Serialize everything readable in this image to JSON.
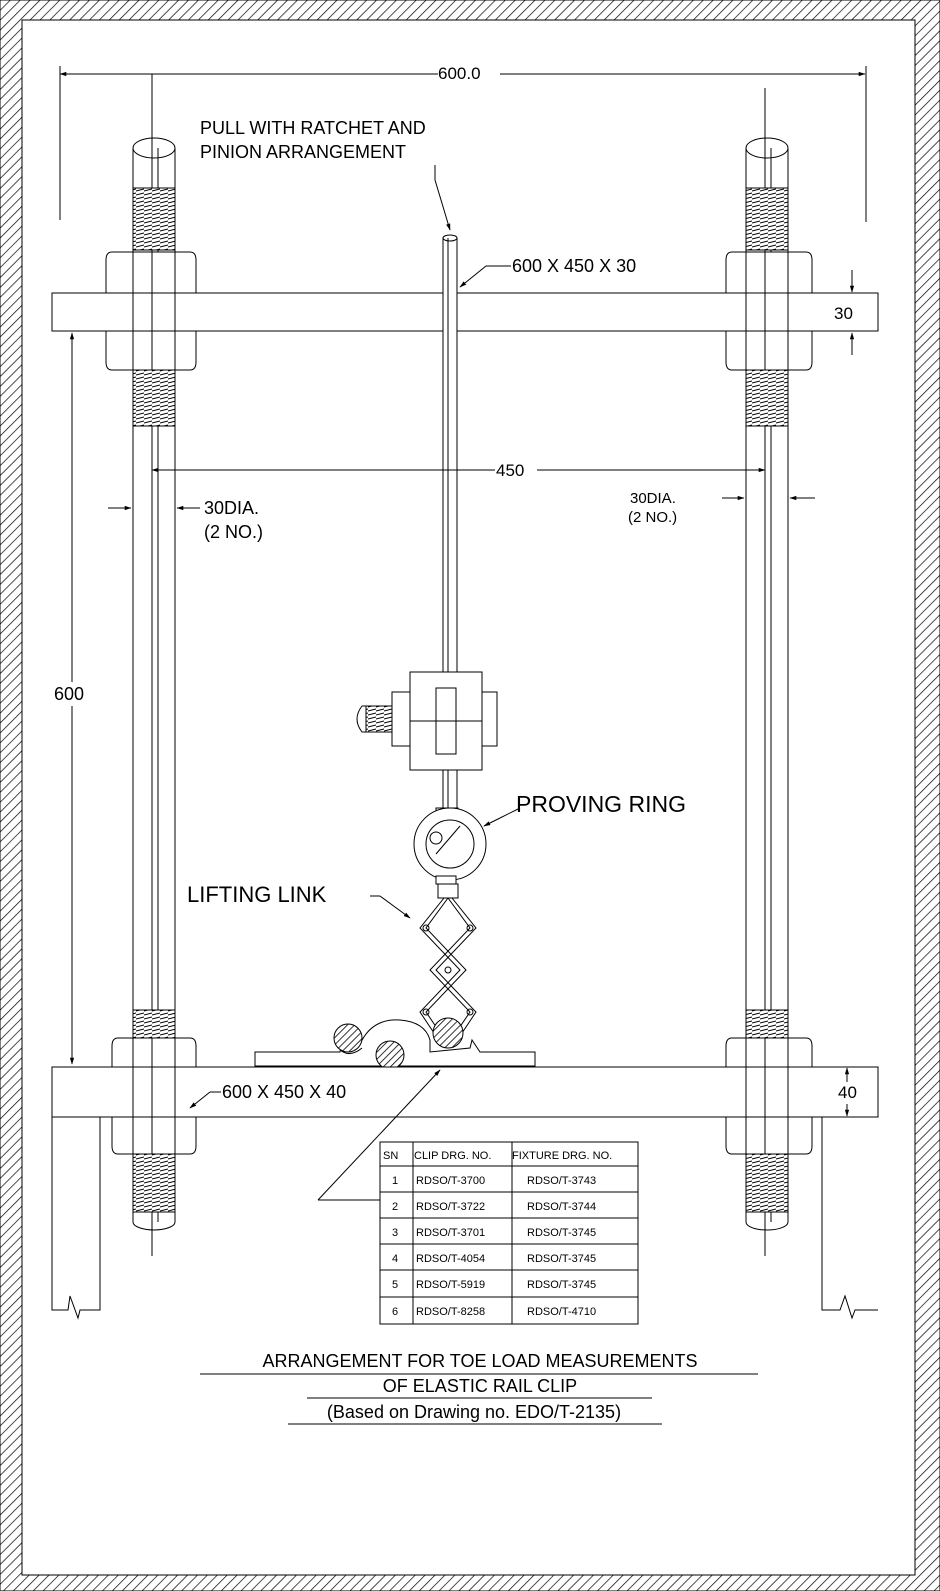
{
  "drawing": {
    "dimensions": {
      "overall_width": "600.0",
      "top_plate_thickness": "30",
      "rod_spacing": "450",
      "height": "600",
      "bottom_plate_thickness": "40"
    },
    "labels": {
      "pull_line1": "PULL WITH RATCHET AND",
      "pull_line2": "PINION ARRANGEMENT",
      "top_plate": "600 X 450 X 30",
      "bottom_plate": "600 X 450 X 40",
      "rod_left_line1": "30DIA.",
      "rod_left_line2": "(2 NO.)",
      "rod_right_line1": "30DIA.",
      "rod_right_line2": "(2 NO.)",
      "proving_ring": "PROVING RING",
      "lifting_link": "LIFTING LINK"
    },
    "table": {
      "headers": [
        "SN",
        "CLIP DRG. NO.",
        "FIXTURE  DRG. NO."
      ],
      "rows": [
        [
          "1",
          "RDSO/T-3700",
          "RDSO/T-3743"
        ],
        [
          "2",
          "RDSO/T-3722",
          "RDSO/T-3744"
        ],
        [
          "3",
          "RDSO/T-3701",
          "RDSO/T-3745"
        ],
        [
          "4",
          "RDSO/T-4054",
          "RDSO/T-3745"
        ],
        [
          "5",
          "RDSO/T-5919",
          "RDSO/T-3745"
        ],
        [
          "6",
          "RDSO/T-8258",
          "RDSO/T-4710"
        ]
      ]
    },
    "caption": {
      "line1": "ARRANGEMENT FOR TOE LOAD MEASUREMENTS",
      "line2": "OF ELASTIC RAIL CLIP",
      "line3": "(Based on Drawing no. EDO/T-2135)"
    }
  }
}
